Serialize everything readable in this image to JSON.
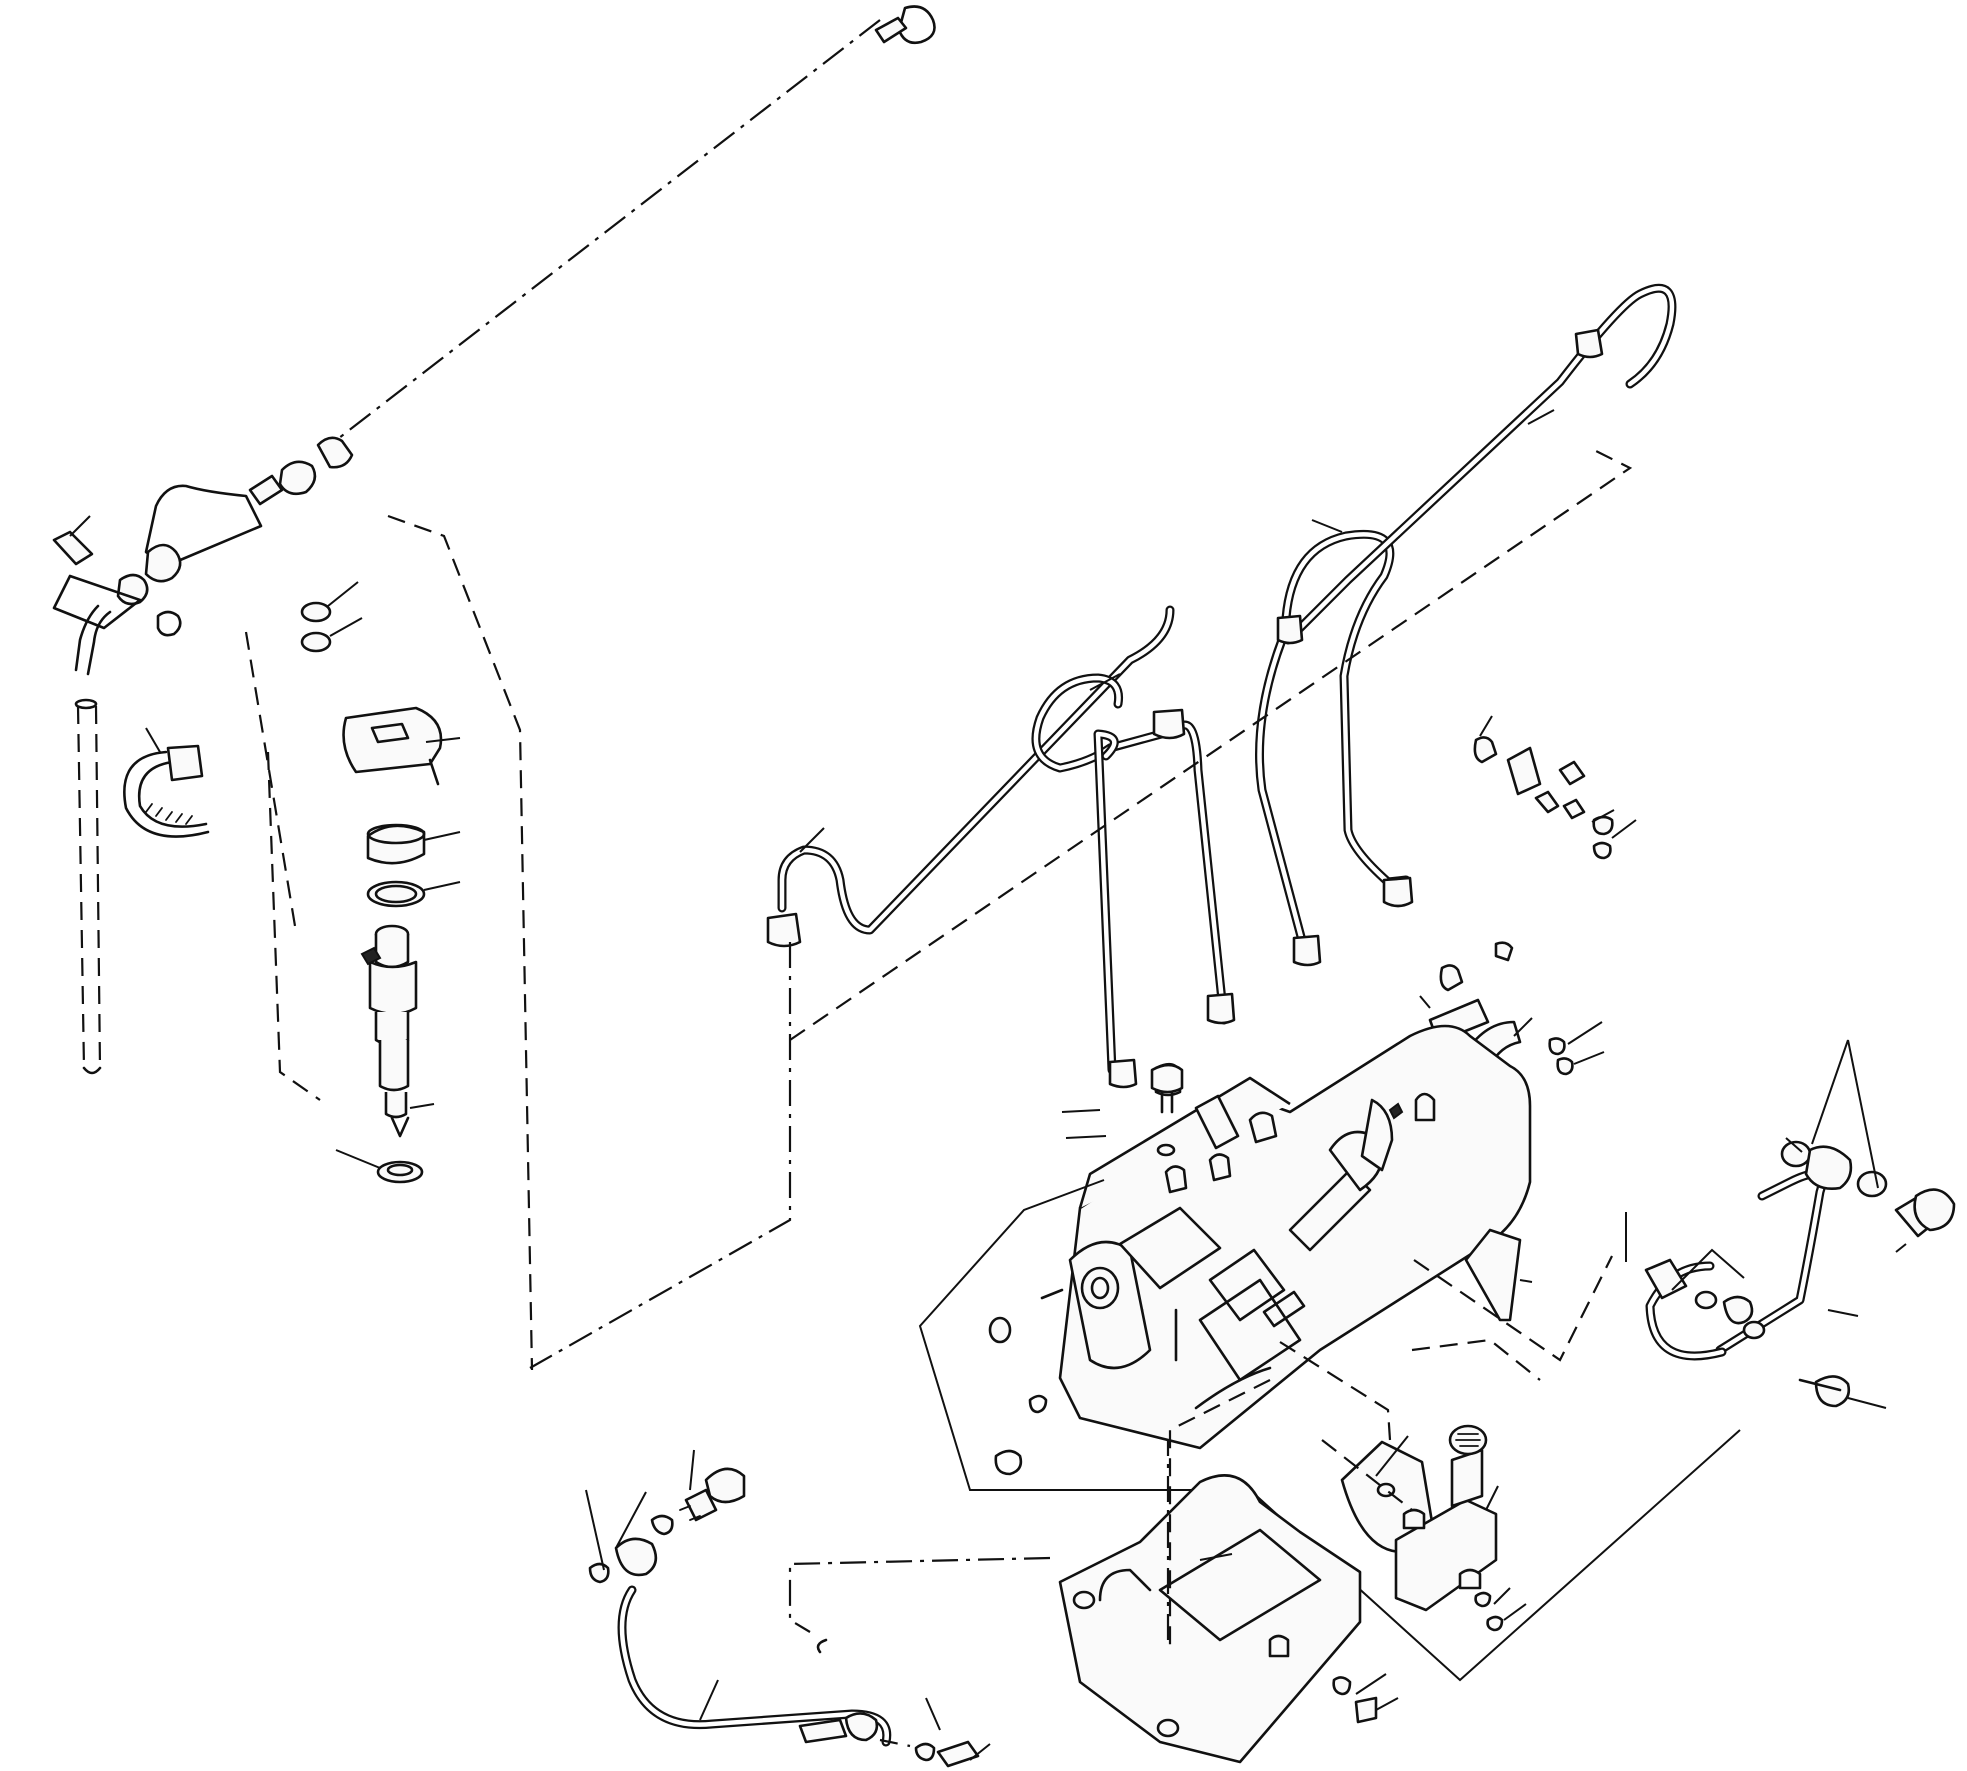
{
  "diagram": {
    "colors": {
      "ink": "#111111",
      "background": "#ffffff"
    },
    "parts": [
      "fuel-return-hose",
      "overflow-pipe-fitting",
      "hose-clamp",
      "return-hose-pipe",
      "injector-holder-clamp",
      "injector-gasket-washers",
      "fuel-injector-nozzle",
      "injection-pipes",
      "pipe-clamp-set-upper",
      "pipe-clamp-set-lower",
      "fuel-injection-pump",
      "pump-bracket",
      "fuel-feed-pump",
      "oil-feed-pipe",
      "lubrication-hose"
    ]
  }
}
